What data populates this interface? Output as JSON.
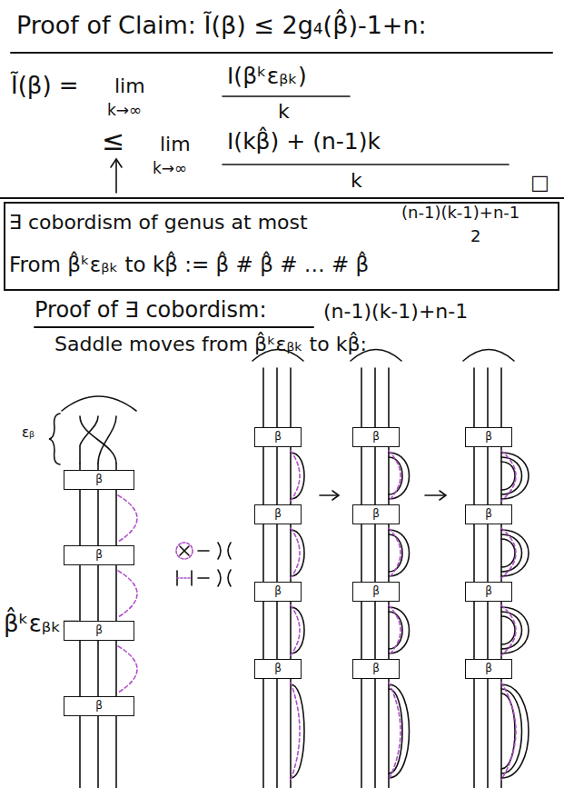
{
  "diagram": {
    "title": "Proof of Claim: Ĩ(β) ≤ 2g₄(β̂)-1+n:",
    "nodes": [
      {
        "text": [
          "∃ cobordism of genus at most",
          "(n-1)(k-1)+n-1",
          "2",
          "From β̂ᵏεᵦₖ to kβ̂ := β̂ # β̂ # … # β̂"
        ]
      },
      {
        "text": [
          "β"
        ]
      },
      {
        "text": [
          "β"
        ]
      },
      {
        "text": [
          "β"
        ]
      },
      {
        "text": [
          "β"
        ]
      },
      {
        "text": [
          "β"
        ]
      },
      {
        "text": [
          "β"
        ]
      },
      {
        "text": [
          "β"
        ]
      },
      {
        "text": [
          "β"
        ]
      },
      {
        "text": [
          "β"
        ]
      },
      {
        "text": [
          "β"
        ]
      },
      {
        "text": [
          "β"
        ]
      },
      {
        "text": [
          "β"
        ]
      },
      {
        "text": [
          "β"
        ]
      },
      {
        "text": [
          "β"
        ]
      },
      {
        "text": [
          "β"
        ]
      },
      {
        "text": [
          "β"
        ]
      }
    ],
    "labels": [
      "Ĩ(β) =",
      "lim",
      "k→∞",
      "I(βᵏεᵦₖ)",
      "k",
      "≤",
      "lim",
      "k→∞",
      "I(kβ̂) + (n-1)k",
      "k",
      "□",
      "Proof of ∃ cobordism:",
      "(n-1)(k-1)+n-1",
      "Saddle moves from β̂ᵏεᵦₖ to kβ̂:",
      "εᵦ",
      "β̂ᵏεᵦₖ="
    ]
  }
}
